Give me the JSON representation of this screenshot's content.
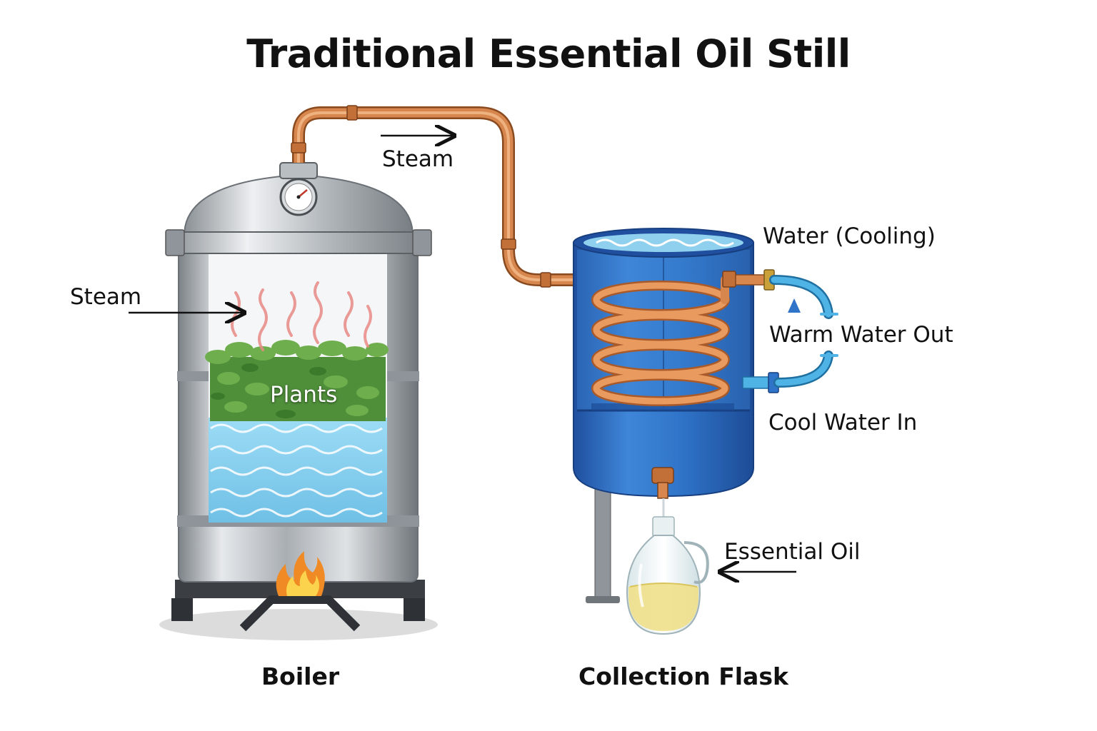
{
  "title": "Traditional Essential Oil Still",
  "labels": {
    "steam_pipe": "Steam",
    "steam_boiler": "Steam",
    "plants": "Plants",
    "water_cooling": "Water (Cooling)",
    "warm_water_out": "Warm Water Out",
    "cool_water_in": "Cool Water In",
    "essential_oil": "Essential Oil",
    "boiler": "Boiler",
    "collection_flask": "Collection Flask"
  },
  "colors": {
    "copper": "#d7864d",
    "steel": "#b9bec3",
    "condenser_blue": "#2f74c8",
    "water": "#8fd0ee",
    "plants": "#4f8f3a",
    "cooling_hose": "#4fb3e6",
    "oil": "#efe08a"
  },
  "icons": [
    "pressure-gauge-icon",
    "flame-icon",
    "steam-wisp-icon",
    "arrow-icon",
    "spiral-coil-icon"
  ]
}
